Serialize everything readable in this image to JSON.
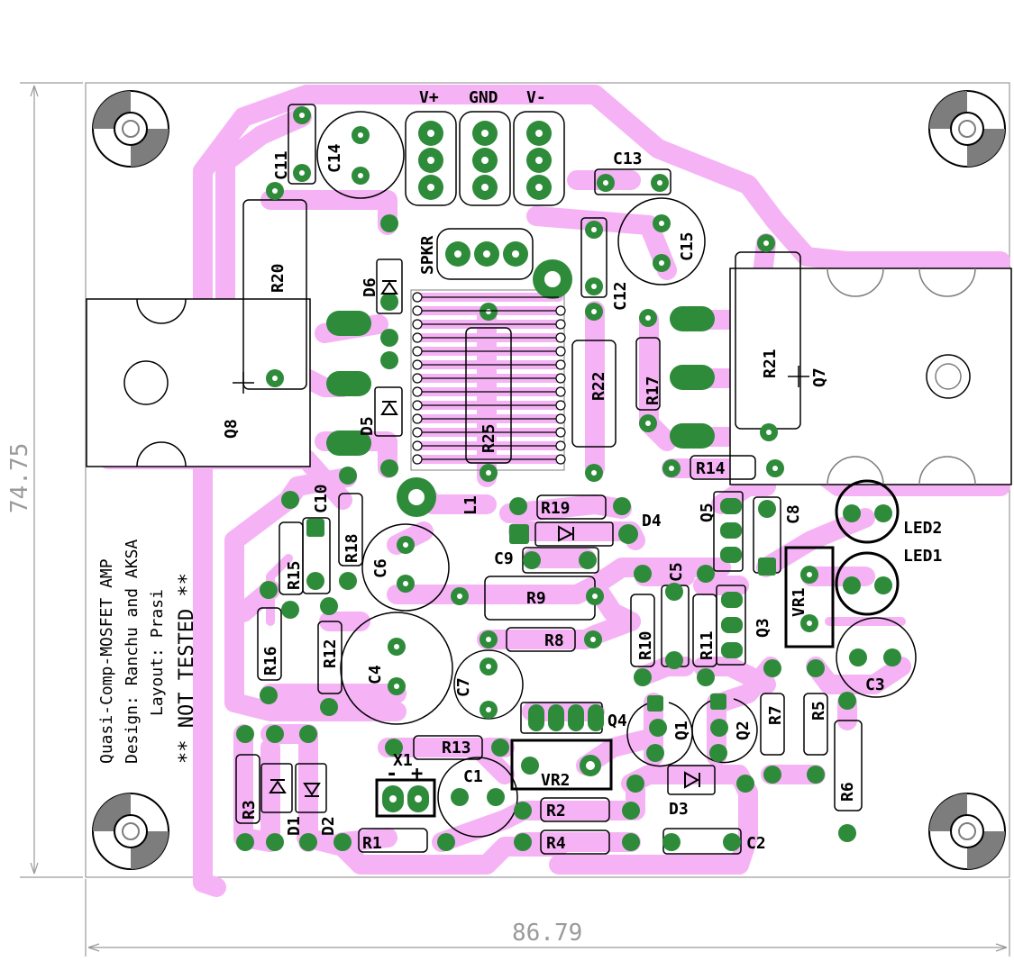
{
  "dimensions": {
    "width_label": "86.79",
    "height_label": "74.75"
  },
  "connectors": {
    "vplus": "V+",
    "gnd": "GND",
    "vminus": "V-",
    "spkr": "SPKR"
  },
  "notes": {
    "title": "Quasi-Comp-MOSFET AMP",
    "design": "Design: Ranchu and AKSA",
    "layout": "Layout: Prasi",
    "status": "** NOT TESTED **"
  },
  "components": {
    "c1": "C1",
    "c2": "C2",
    "c3": "C3",
    "c4": "C4",
    "c5": "C5",
    "c6": "C6",
    "c7": "C7",
    "c8": "C8",
    "c9": "C9",
    "c10": "C10",
    "c11": "C11",
    "c12": "C12",
    "c13": "C13",
    "c14": "C14",
    "c15": "C15",
    "r1": "R1",
    "r2": "R2",
    "r3": "R3",
    "r4": "R4",
    "r5": "R5",
    "r6": "R6",
    "r7": "R7",
    "r8": "R8",
    "r9": "R9",
    "r10": "R10",
    "r11": "R11",
    "r12": "R12",
    "r13": "R13",
    "r14": "R14",
    "r15": "R15",
    "r16": "R16",
    "r17": "R17",
    "r18": "R18",
    "r19": "R19",
    "r20": "R20",
    "r21": "R21",
    "r22": "R22",
    "r25": "R25",
    "d1": "D1",
    "d2": "D2",
    "d3": "D3",
    "d4": "D4",
    "d5": "D5",
    "d6": "D6",
    "q1": "Q1",
    "q2": "Q2",
    "q3": "Q3",
    "q4": "Q4",
    "q5": "Q5",
    "q7": "Q7",
    "q8": "Q8",
    "vr1": "VR1",
    "vr2": "VR2",
    "x1": "X1",
    "l1": "L1",
    "led1": "LED1",
    "led2": "LED2",
    "x1_minus": "-",
    "x1_plus": "+"
  },
  "colors": {
    "trace": "#f5b3f5",
    "pad": "#2e8b3a",
    "pad_hole": "#ffffff",
    "silkscreen": "#000000",
    "board_outline": "#9a9a9a",
    "dimension": "#9a9a9a"
  }
}
